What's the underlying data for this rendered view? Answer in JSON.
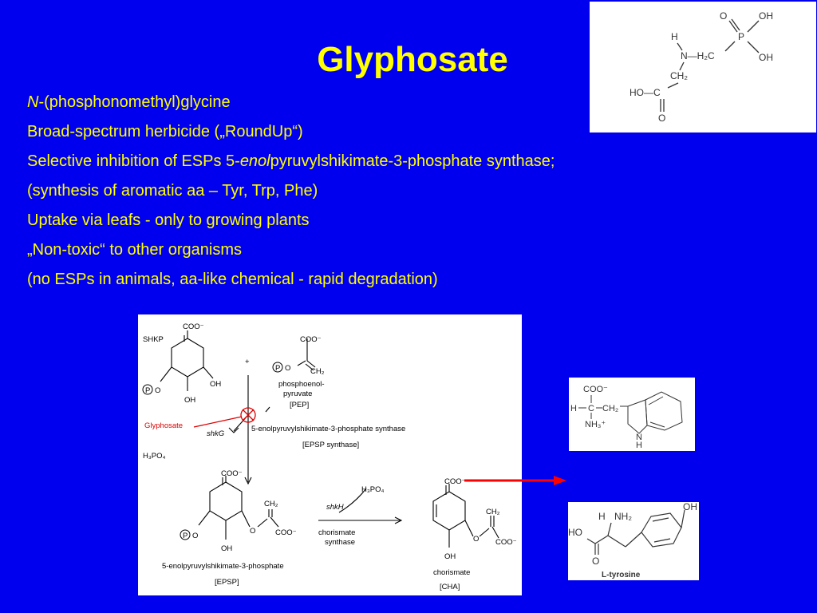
{
  "slide": {
    "title": "Glyphosate",
    "bullets": [
      {
        "italic": "N",
        "rest": "-(phosphonomethyl)glycine"
      },
      {
        "text": "Broad-spectrum herbicide („RoundUp“)"
      },
      {
        "pre": "Selective inhibition of ESPs 5-",
        "italic": "enol",
        "post": "pyruvylshikimate-3-phosphate synthase;"
      },
      {
        "text": "(synthesis of aromatic aa – Tyr, Trp, Phe)"
      },
      {
        "text": "Uptake via leafs - only to growing plants"
      },
      {
        "text": "„Non-toxic“ to other organisms"
      },
      {
        "text": "(no ESPs in animals, aa-like chemical - rapid degradation)"
      }
    ]
  },
  "glyphosate_structure": {
    "labels": {
      "o_top": "O",
      "oh1": "OH",
      "p": "P",
      "oh2": "OH",
      "h": "H",
      "n_h2c": "N—H₂C",
      "ch2": "CH₂",
      "ho_c": "HO—C",
      "o_bottom": "O"
    }
  },
  "pathway": {
    "shkp": "SHKP",
    "coo1": "COO⁻",
    "coo2": "COO⁻",
    "p_badge": "P",
    "o": "O",
    "oh": "OH",
    "ch2": "CH₂",
    "plus": "+",
    "pep_name_1": "phosphoenol-",
    "pep_name_2": "pyruvate",
    "pep_abbr": "[PEP]",
    "glyphosate": "Glyphosate",
    "shkg": "shkG",
    "enzyme1": "5-enolpyruvylshikimate-3-phosphate synthase",
    "enzyme1_abbr": "[EPSP synthase]",
    "h3po4": "H₃PO₄",
    "shkh": "shkH",
    "enzyme2_1": "chorismate",
    "enzyme2_2": "synthase",
    "epsp_name": "5-enolpyruvylshikimate-3-phosphate",
    "epsp_abbr": "[EPSP]",
    "cha_name": "chorismate",
    "cha_abbr": "[CHA]"
  },
  "trp_structure": {
    "coo": "COO⁻",
    "h": "H",
    "c": "C",
    "ch2": "CH₂",
    "nh3": "NH₃⁺",
    "n": "N",
    "h_n": "H"
  },
  "tyr_structure": {
    "oh": "OH",
    "h": "H",
    "nh2": "NH₂",
    "ho": "HO",
    "o": "O",
    "name": "L-tyrosine"
  },
  "colors": {
    "background": "#0000ee",
    "text": "#ffff00",
    "glyphosate_label": "#dd0000",
    "arrow": "#ff0000"
  }
}
